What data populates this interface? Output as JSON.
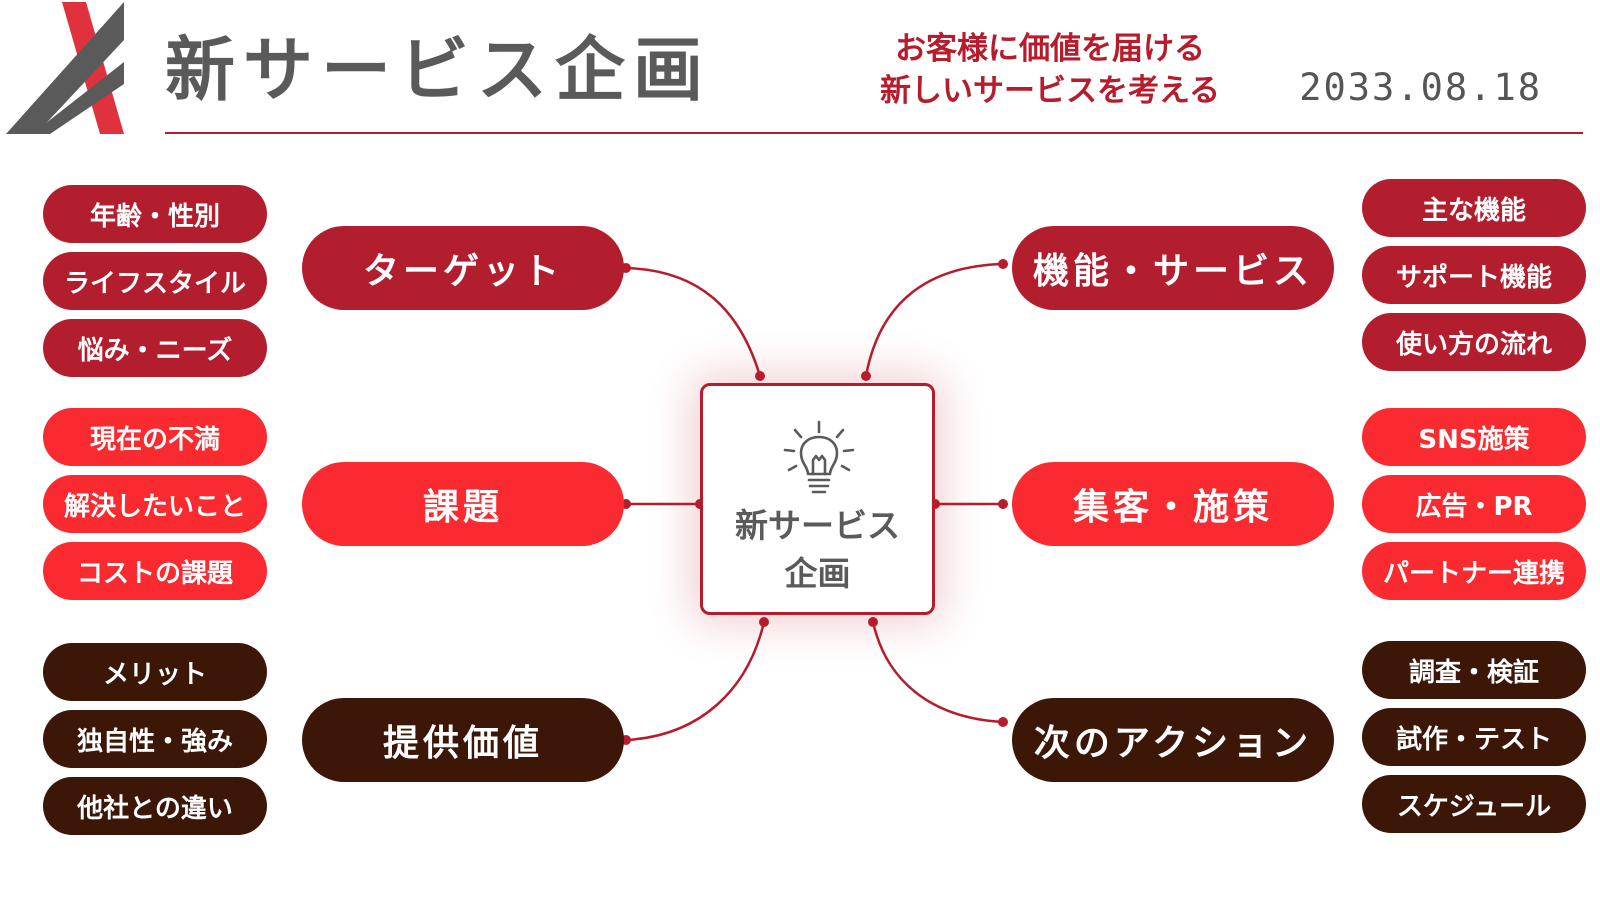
{
  "header": {
    "title": "新サービス企画",
    "subtitle_lines": [
      "お客様に価値を届ける",
      "新しいサービスを考える"
    ],
    "date": "2033.08.18"
  },
  "center": {
    "label_lines": [
      "新サービス",
      "企画"
    ],
    "icon": "lightbulb-icon"
  },
  "colors": {
    "dark_red": "#b31e2e",
    "red": "#fa2b30",
    "brown": "#3c1607",
    "title_gray": "#5a5a5a",
    "accent": "#b71c2c"
  },
  "branches": {
    "target": {
      "label": "ターゲット",
      "items": [
        "年齢・性別",
        "ライフスタイル",
        "悩み・ニーズ"
      ]
    },
    "issues": {
      "label": "課題",
      "items": [
        "現在の不満",
        "解決したいこと",
        "コストの課題"
      ]
    },
    "value": {
      "label": "提供価値",
      "items": [
        "メリット",
        "独自性・強み",
        "他社との違い"
      ]
    },
    "features": {
      "label": "機能・サービス",
      "items": [
        "主な機能",
        "サポート機能",
        "使い方の流れ"
      ]
    },
    "marketing": {
      "label": "集客・施策",
      "items": [
        "SNS施策",
        "広告・PR",
        "パートナー連携"
      ]
    },
    "next_action": {
      "label": "次のアクション",
      "items": [
        "調査・検証",
        "試作・テスト",
        "スケジュール"
      ]
    }
  }
}
